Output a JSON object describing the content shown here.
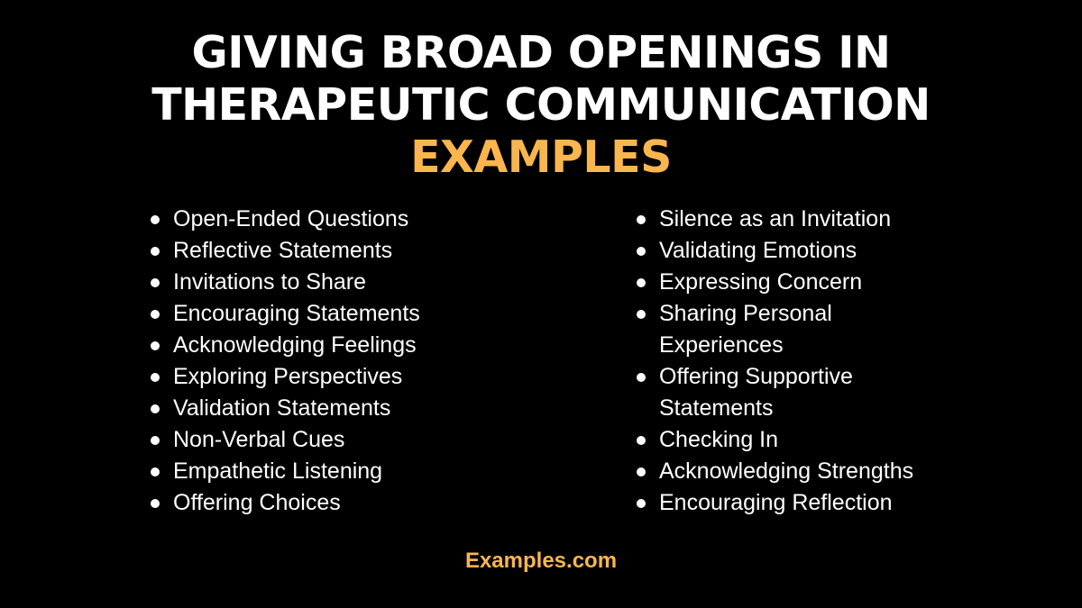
{
  "title": {
    "line1": "GIVING BROAD OPENINGS IN",
    "line2": "THERAPEUTIC COMMUNICATION",
    "line3": "EXAMPLES"
  },
  "colors": {
    "background": "#000000",
    "text": "#ffffff",
    "accent": "#f9b64f"
  },
  "list": {
    "left": [
      "Open-Ended Questions",
      "Reflective Statements",
      "Invitations to Share",
      "Encouraging Statements",
      "Acknowledging Feelings",
      "Exploring Perspectives",
      "Validation Statements",
      "Non-Verbal Cues",
      "Empathetic Listening",
      "Offering Choices"
    ],
    "right": [
      "Silence as an Invitation",
      "Validating Emotions",
      "Expressing Concern",
      "Sharing Personal Experiences",
      "Offering Supportive Statements",
      "Checking In",
      "Acknowledging Strengths",
      "Encouraging Reflection"
    ]
  },
  "footer": {
    "brand": "Examples.com"
  }
}
